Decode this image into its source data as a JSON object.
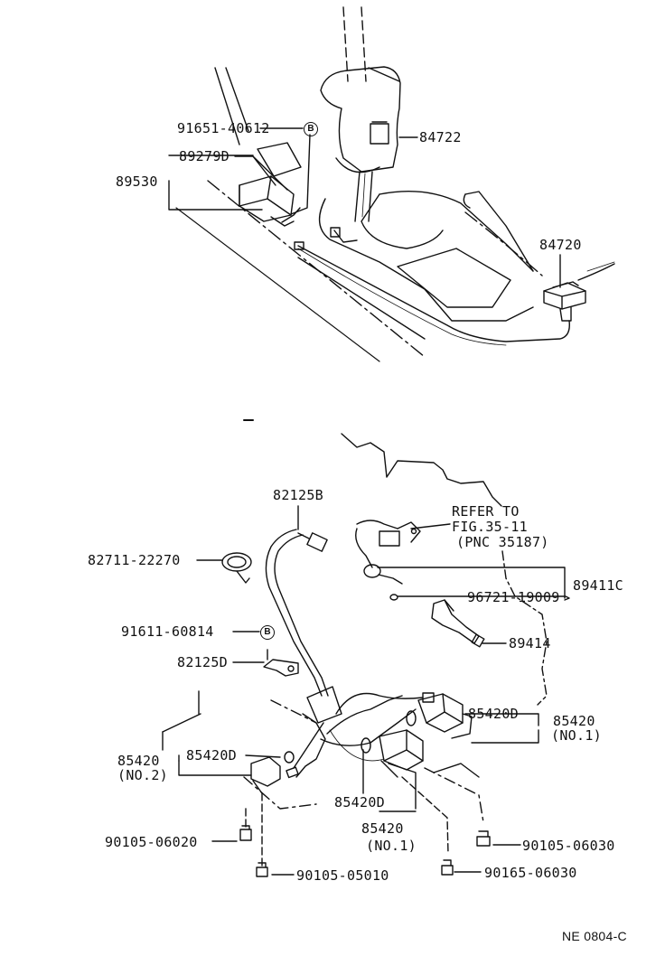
{
  "parts": {
    "p91651": "91651-40612",
    "p84722": "84722",
    "p89279d": "89279D",
    "p89530": "89530",
    "p84720": "84720",
    "p82125b": "82125B",
    "refer1": "REFER TO",
    "refer2": "FIG.35-11",
    "refer3": "(PNC 35187)",
    "p82711": "82711-22270",
    "p89411c": "89411C",
    "p96721": "96721-19009",
    "p91611": "91611-60814",
    "p89414": "89414",
    "p82125d": "82125D",
    "p85420d_r": "85420D",
    "p85420_r": "85420",
    "no1_r": "(NO.1)",
    "p85420_l": "85420",
    "no2_l": "(NO.2)",
    "p85420d_l": "85420D",
    "p85420d_c": "85420D",
    "p85420_c": "85420",
    "no1_c": "(NO.1)",
    "p90105_06020": "90105-06020",
    "p90105_06030": "90105-06030",
    "p90105_05010": "90105-05010",
    "p90165_06030": "90165-06030"
  },
  "callouts": {
    "b1": "B",
    "b2": "B"
  },
  "footer": {
    "code": "NE 0804-C"
  }
}
